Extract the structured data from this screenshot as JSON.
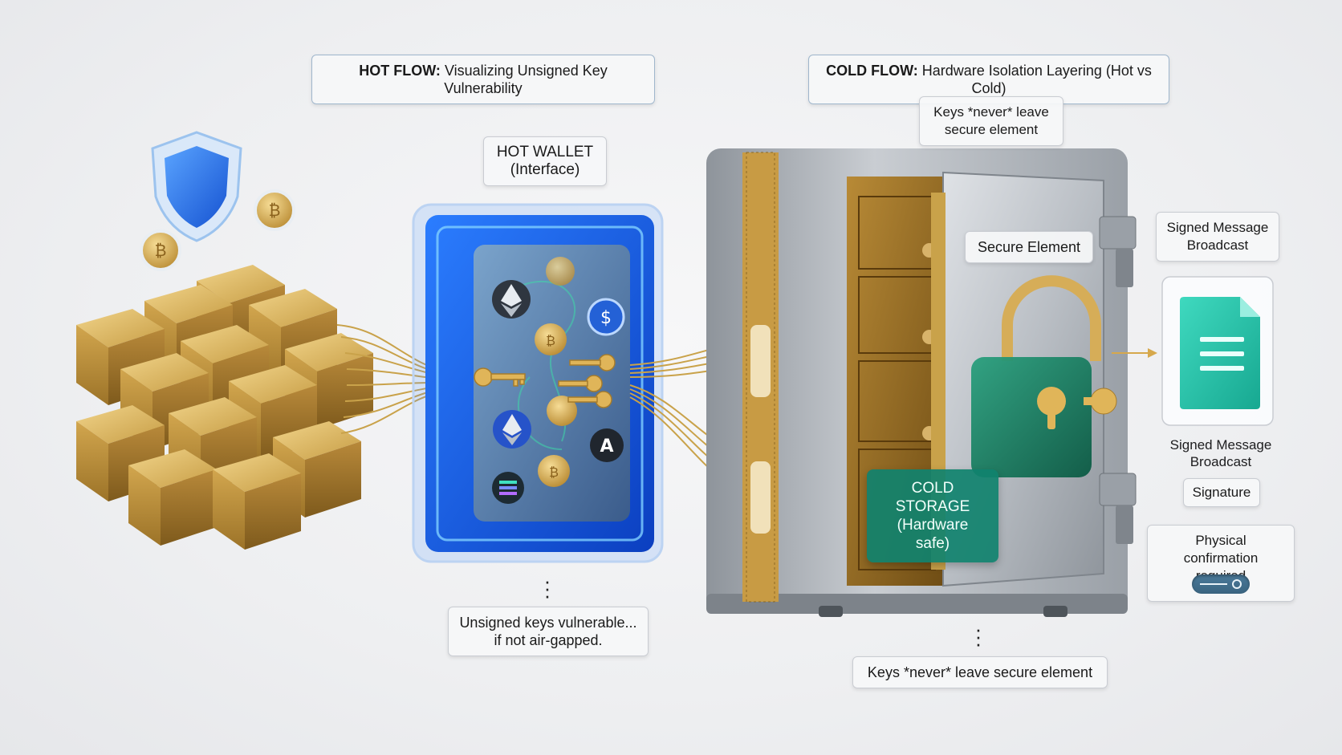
{
  "hot_flow": {
    "prefix": "HOT FLOW:",
    "text": "Visualizing Unsigned Key Vulnerability"
  },
  "cold_flow": {
    "prefix": "COLD FLOW:",
    "text": "Hardware Isolation Layering (Hot vs Cold)"
  },
  "hot_wallet": {
    "line1": "HOT WALLET",
    "line2": "(Interface)"
  },
  "keys_top": {
    "line1": "Keys *never* leave",
    "line2": "secure element"
  },
  "secure_element": "Secure Element",
  "signed_top": {
    "line1": "Signed Message",
    "line2": "Broadcast"
  },
  "signed_bottom": {
    "line1": "Signed Message",
    "line2": "Broadcast"
  },
  "signature": "Signature",
  "physical": {
    "line1": "Physical confirmation",
    "line2": "required"
  },
  "cold_storage": {
    "line1": "COLD STORAGE",
    "line2": "(Hardware safe)"
  },
  "unsigned": {
    "line1": "Unsigned keys vulnerable...",
    "line2": "if not air-gapped."
  },
  "keys_bottom": "Keys *never* leave secure element",
  "colors": {
    "gold": "#c9a24a",
    "hot_blue": "#1e6cf0",
    "steel": "#a9adb3",
    "lock_green": "#137a5e",
    "doc_teal": "#22c1a8"
  },
  "icons": [
    "shield-icon",
    "bitcoin-coin-icon",
    "ethereum-icon",
    "usdc-icon",
    "solana-icon",
    "key-icon",
    "padlock-icon",
    "document-icon",
    "toggle-icon"
  ]
}
